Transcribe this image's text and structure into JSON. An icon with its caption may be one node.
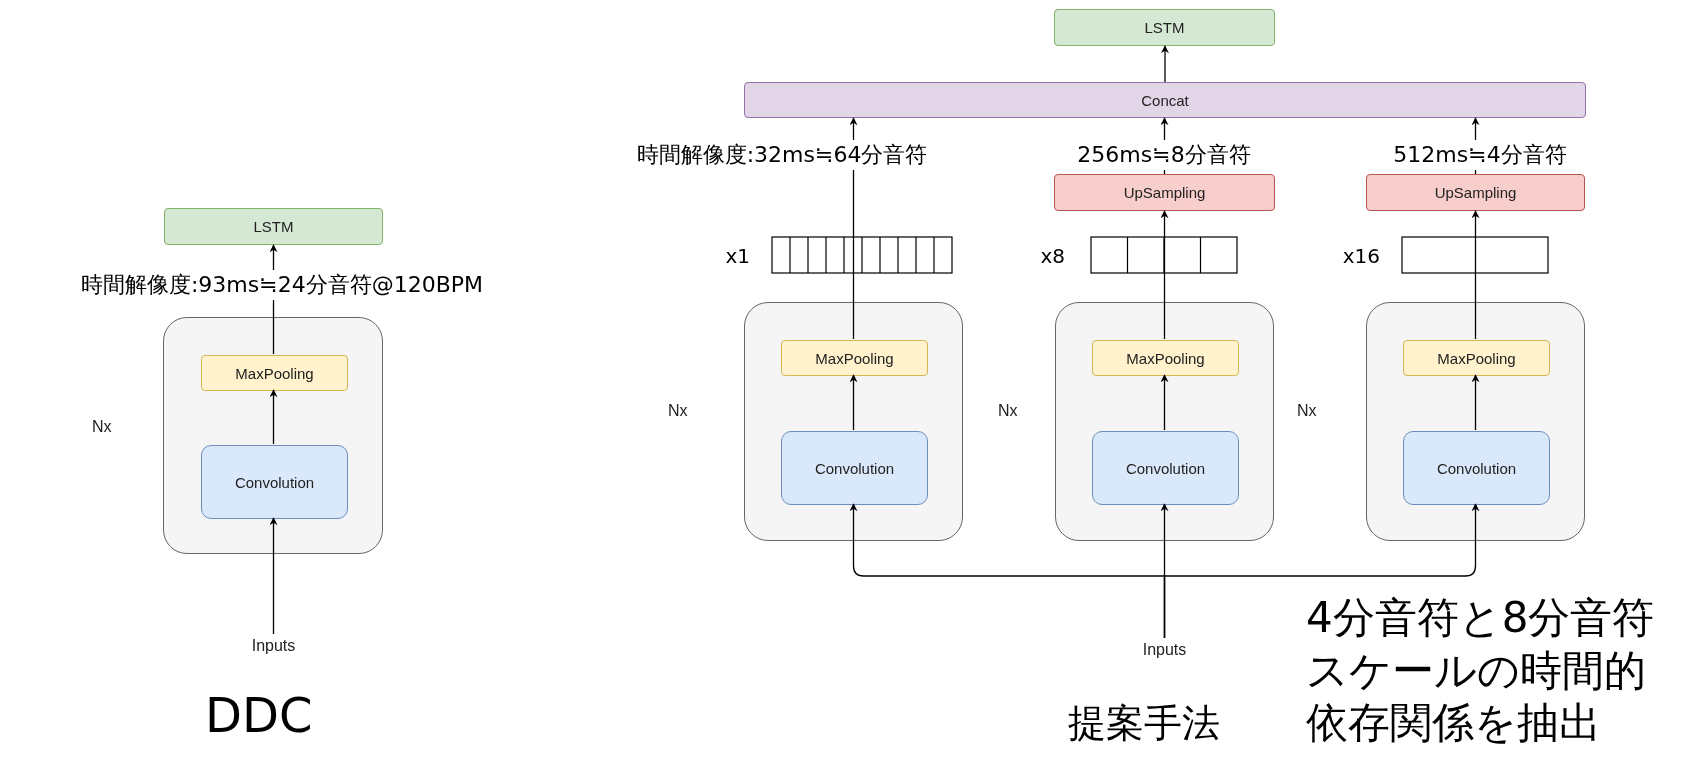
{
  "diagram": {
    "nodes": [
      {
        "text": [
          "LSTM"
        ]
      },
      {
        "text": [],
        "shape": "box",
        "beside": [
          "Nx"
        ]
      },
      {
        "text": [
          "MaxPooling"
        ],
        "in": 1
      },
      {
        "text": [
          "Convolution"
        ],
        "in": 1
      },
      {
        "text": [
          "Inputs"
        ]
      },
      {
        "text": [
          "LSTM"
        ]
      },
      {
        "text": [
          "Concat"
        ]
      },
      {
        "text": [
          "UpSampling"
        ]
      },
      {
        "text": [
          "UpSampling"
        ]
      },
      {
        "text": [],
        "shape": "box",
        "beside": [
          "Nx"
        ]
      },
      {
        "text": [
          "MaxPooling"
        ],
        "in": 9
      },
      {
        "text": [
          "Convolution"
        ],
        "in": 9
      },
      {
        "text": [],
        "shape": "box",
        "beside": [
          "Nx"
        ]
      },
      {
        "text": [
          "MaxPooling"
        ],
        "in": 12
      },
      {
        "text": [
          "Convolution"
        ],
        "in": 12
      },
      {
        "text": [],
        "shape": "box",
        "beside": [
          "Nx"
        ]
      },
      {
        "text": [
          "MaxPooling"
        ],
        "in": 15
      },
      {
        "text": [
          "Convolution"
        ],
        "in": 15
      },
      {
        "text": [
          "Inputs"
        ]
      }
    ],
    "edges": [
      {
        "from": 4,
        "to": 3,
        "arrow": "to"
      },
      {
        "from": 3,
        "to": 2,
        "arrow": "to"
      },
      {
        "from": 2,
        "to": 0,
        "arrow": "to",
        "label": "時間解像度:93ms≒24分音符@120BPM"
      },
      {
        "from": 6,
        "to": 5,
        "arrow": "to"
      },
      {
        "from": 11,
        "to": 10,
        "arrow": "to"
      },
      {
        "from": 10,
        "to": 6,
        "arrow": "to",
        "label": "時間解像度:32ms≒64分音符"
      },
      {
        "from": 14,
        "to": 13,
        "arrow": "to"
      },
      {
        "from": 13,
        "to": 7,
        "arrow": "to"
      },
      {
        "from": 7,
        "to": 6,
        "arrow": "to",
        "label": "256ms≒8分音符"
      },
      {
        "from": 17,
        "to": 16,
        "arrow": "to"
      },
      {
        "from": 16,
        "to": 8,
        "arrow": "to"
      },
      {
        "from": 8,
        "to": 6,
        "arrow": "to",
        "label": "512ms≒4分音符"
      },
      {
        "from": 18,
        "to": 14,
        "arrow": "to"
      },
      {
        "from": 18,
        "to": 11,
        "arrow": "to"
      },
      {
        "from": 18,
        "to": 17,
        "arrow": "to"
      }
    ],
    "labels": [
      "x1",
      "x8",
      "x16",
      "DDC",
      "提案手法",
      "4分音符と8分音符スケールの時間的依存関係を抽出"
    ]
  }
}
